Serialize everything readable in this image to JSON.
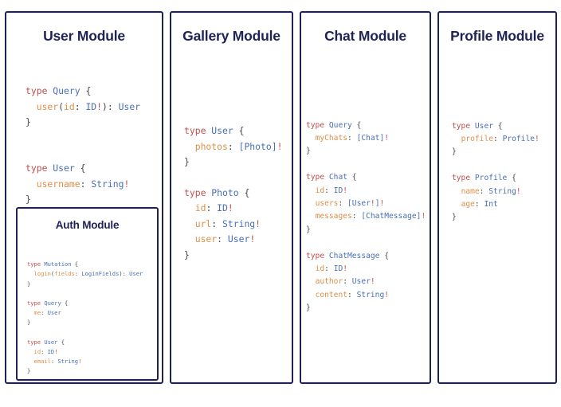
{
  "page": {
    "background_color": "#ffffff",
    "border_color": "#1f2254",
    "title_color": "#1f2254"
  },
  "syntax_colors": {
    "keyword": "#c0504d",
    "type_name": "#4a6fb5",
    "field_name": "#dd8f4b",
    "non_null": "#c0504d",
    "punctuation": "#4a4a4a"
  },
  "modules": [
    {
      "id": "user",
      "title": "User Module",
      "code_lines": [
        [
          {
            "t": "type ",
            "c": "kw"
          },
          {
            "t": "Query",
            "c": "tn"
          },
          {
            "t": " {",
            "c": "punc"
          }
        ],
        [
          {
            "t": "  ",
            "c": "punc"
          },
          {
            "t": "user",
            "c": "fld"
          },
          {
            "t": "(",
            "c": "punc"
          },
          {
            "t": "id",
            "c": "fld"
          },
          {
            "t": ": ",
            "c": "punc"
          },
          {
            "t": "ID",
            "c": "tn"
          },
          {
            "t": "!",
            "c": "bang"
          },
          {
            "t": "): ",
            "c": "punc"
          },
          {
            "t": "User",
            "c": "tn"
          }
        ],
        [
          {
            "t": "}",
            "c": "punc"
          }
        ],
        [
          {
            "t": "",
            "c": "punc"
          }
        ],
        [
          {
            "t": "",
            "c": "punc"
          }
        ],
        [
          {
            "t": "type ",
            "c": "kw"
          },
          {
            "t": "User",
            "c": "tn"
          },
          {
            "t": " {",
            "c": "punc"
          }
        ],
        [
          {
            "t": "  ",
            "c": "punc"
          },
          {
            "t": "username",
            "c": "fld"
          },
          {
            "t": ": ",
            "c": "punc"
          },
          {
            "t": "String",
            "c": "tn"
          },
          {
            "t": "!",
            "c": "bang"
          }
        ],
        [
          {
            "t": "}",
            "c": "punc"
          }
        ]
      ],
      "nested": {
        "id": "auth",
        "title": "Auth Module",
        "code_lines": [
          [
            {
              "t": "type ",
              "c": "kw"
            },
            {
              "t": "Mutation",
              "c": "tn"
            },
            {
              "t": " {",
              "c": "punc"
            }
          ],
          [
            {
              "t": "  ",
              "c": "punc"
            },
            {
              "t": "login",
              "c": "fld"
            },
            {
              "t": "(",
              "c": "punc"
            },
            {
              "t": "fields",
              "c": "fld"
            },
            {
              "t": ": ",
              "c": "punc"
            },
            {
              "t": "LoginFields",
              "c": "tn"
            },
            {
              "t": "): ",
              "c": "punc"
            },
            {
              "t": "User",
              "c": "tn"
            }
          ],
          [
            {
              "t": "}",
              "c": "punc"
            }
          ],
          [
            {
              "t": "",
              "c": "punc"
            }
          ],
          [
            {
              "t": "type ",
              "c": "kw"
            },
            {
              "t": "Query",
              "c": "tn"
            },
            {
              "t": " {",
              "c": "punc"
            }
          ],
          [
            {
              "t": "  ",
              "c": "punc"
            },
            {
              "t": "me",
              "c": "fld"
            },
            {
              "t": ": ",
              "c": "punc"
            },
            {
              "t": "User",
              "c": "tn"
            }
          ],
          [
            {
              "t": "}",
              "c": "punc"
            }
          ],
          [
            {
              "t": "",
              "c": "punc"
            }
          ],
          [
            {
              "t": "type ",
              "c": "kw"
            },
            {
              "t": "User",
              "c": "tn"
            },
            {
              "t": " {",
              "c": "punc"
            }
          ],
          [
            {
              "t": "  ",
              "c": "punc"
            },
            {
              "t": "id",
              "c": "fld"
            },
            {
              "t": ": ",
              "c": "punc"
            },
            {
              "t": "ID",
              "c": "tn"
            },
            {
              "t": "!",
              "c": "bang"
            }
          ],
          [
            {
              "t": "  ",
              "c": "punc"
            },
            {
              "t": "email",
              "c": "fld"
            },
            {
              "t": ": ",
              "c": "punc"
            },
            {
              "t": "String",
              "c": "tn"
            },
            {
              "t": "!",
              "c": "bang"
            }
          ],
          [
            {
              "t": "}",
              "c": "punc"
            }
          ]
        ]
      }
    },
    {
      "id": "gallery",
      "title": "Gallery Module",
      "code_lines": [
        [
          {
            "t": "type ",
            "c": "kw"
          },
          {
            "t": "User",
            "c": "tn"
          },
          {
            "t": " {",
            "c": "punc"
          }
        ],
        [
          {
            "t": "  ",
            "c": "punc"
          },
          {
            "t": "photos",
            "c": "fld"
          },
          {
            "t": ": ",
            "c": "punc"
          },
          {
            "t": "[Photo]",
            "c": "tn"
          },
          {
            "t": "!",
            "c": "bang"
          }
        ],
        [
          {
            "t": "}",
            "c": "punc"
          }
        ],
        [
          {
            "t": "",
            "c": "punc"
          }
        ],
        [
          {
            "t": "type ",
            "c": "kw"
          },
          {
            "t": "Photo",
            "c": "tn"
          },
          {
            "t": " {",
            "c": "punc"
          }
        ],
        [
          {
            "t": "  ",
            "c": "punc"
          },
          {
            "t": "id",
            "c": "fld"
          },
          {
            "t": ": ",
            "c": "punc"
          },
          {
            "t": "ID",
            "c": "tn"
          },
          {
            "t": "!",
            "c": "bang"
          }
        ],
        [
          {
            "t": "  ",
            "c": "punc"
          },
          {
            "t": "url",
            "c": "fld"
          },
          {
            "t": ": ",
            "c": "punc"
          },
          {
            "t": "String",
            "c": "tn"
          },
          {
            "t": "!",
            "c": "bang"
          }
        ],
        [
          {
            "t": "  ",
            "c": "punc"
          },
          {
            "t": "user",
            "c": "fld"
          },
          {
            "t": ": ",
            "c": "punc"
          },
          {
            "t": "User",
            "c": "tn"
          },
          {
            "t": "!",
            "c": "bang"
          }
        ],
        [
          {
            "t": "}",
            "c": "punc"
          }
        ]
      ]
    },
    {
      "id": "chat",
      "title": "Chat Module",
      "code_lines": [
        [
          {
            "t": "type ",
            "c": "kw"
          },
          {
            "t": "Query",
            "c": "tn"
          },
          {
            "t": " {",
            "c": "punc"
          }
        ],
        [
          {
            "t": "  ",
            "c": "punc"
          },
          {
            "t": "myChats",
            "c": "fld"
          },
          {
            "t": ": ",
            "c": "punc"
          },
          {
            "t": "[Chat]",
            "c": "tn"
          },
          {
            "t": "!",
            "c": "bang"
          }
        ],
        [
          {
            "t": "}",
            "c": "punc"
          }
        ],
        [
          {
            "t": "",
            "c": "punc"
          }
        ],
        [
          {
            "t": "type ",
            "c": "kw"
          },
          {
            "t": "Chat",
            "c": "tn"
          },
          {
            "t": " {",
            "c": "punc"
          }
        ],
        [
          {
            "t": "  ",
            "c": "punc"
          },
          {
            "t": "id",
            "c": "fld"
          },
          {
            "t": ": ",
            "c": "punc"
          },
          {
            "t": "ID",
            "c": "tn"
          },
          {
            "t": "!",
            "c": "bang"
          }
        ],
        [
          {
            "t": "  ",
            "c": "punc"
          },
          {
            "t": "users",
            "c": "fld"
          },
          {
            "t": ": ",
            "c": "punc"
          },
          {
            "t": "[User",
            "c": "tn"
          },
          {
            "t": "!",
            "c": "bang"
          },
          {
            "t": "]",
            "c": "tn"
          },
          {
            "t": "!",
            "c": "bang"
          }
        ],
        [
          {
            "t": "  ",
            "c": "punc"
          },
          {
            "t": "messages",
            "c": "fld"
          },
          {
            "t": ": ",
            "c": "punc"
          },
          {
            "t": "[ChatMessage]",
            "c": "tn"
          },
          {
            "t": "!",
            "c": "bang"
          }
        ],
        [
          {
            "t": "}",
            "c": "punc"
          }
        ],
        [
          {
            "t": "",
            "c": "punc"
          }
        ],
        [
          {
            "t": "type ",
            "c": "kw"
          },
          {
            "t": "ChatMessage",
            "c": "tn"
          },
          {
            "t": " {",
            "c": "punc"
          }
        ],
        [
          {
            "t": "  ",
            "c": "punc"
          },
          {
            "t": "id",
            "c": "fld"
          },
          {
            "t": ": ",
            "c": "punc"
          },
          {
            "t": "ID",
            "c": "tn"
          },
          {
            "t": "!",
            "c": "bang"
          }
        ],
        [
          {
            "t": "  ",
            "c": "punc"
          },
          {
            "t": "author",
            "c": "fld"
          },
          {
            "t": ": ",
            "c": "punc"
          },
          {
            "t": "User",
            "c": "tn"
          },
          {
            "t": "!",
            "c": "bang"
          }
        ],
        [
          {
            "t": "  ",
            "c": "punc"
          },
          {
            "t": "content",
            "c": "fld"
          },
          {
            "t": ": ",
            "c": "punc"
          },
          {
            "t": "String",
            "c": "tn"
          },
          {
            "t": "!",
            "c": "bang"
          }
        ],
        [
          {
            "t": "}",
            "c": "punc"
          }
        ]
      ]
    },
    {
      "id": "profile",
      "title": "Profile Module",
      "code_lines": [
        [
          {
            "t": "type ",
            "c": "kw"
          },
          {
            "t": "User",
            "c": "tn"
          },
          {
            "t": " {",
            "c": "punc"
          }
        ],
        [
          {
            "t": "  ",
            "c": "punc"
          },
          {
            "t": "profile",
            "c": "fld"
          },
          {
            "t": ": ",
            "c": "punc"
          },
          {
            "t": "Profile",
            "c": "tn"
          },
          {
            "t": "!",
            "c": "bang"
          }
        ],
        [
          {
            "t": "}",
            "c": "punc"
          }
        ],
        [
          {
            "t": "",
            "c": "punc"
          }
        ],
        [
          {
            "t": "type ",
            "c": "kw"
          },
          {
            "t": "Profile",
            "c": "tn"
          },
          {
            "t": " {",
            "c": "punc"
          }
        ],
        [
          {
            "t": "  ",
            "c": "punc"
          },
          {
            "t": "name",
            "c": "fld"
          },
          {
            "t": ": ",
            "c": "punc"
          },
          {
            "t": "String",
            "c": "tn"
          },
          {
            "t": "!",
            "c": "bang"
          }
        ],
        [
          {
            "t": "  ",
            "c": "punc"
          },
          {
            "t": "age",
            "c": "fld"
          },
          {
            "t": ": ",
            "c": "punc"
          },
          {
            "t": "Int",
            "c": "tn"
          }
        ],
        [
          {
            "t": "}",
            "c": "punc"
          }
        ]
      ]
    }
  ]
}
